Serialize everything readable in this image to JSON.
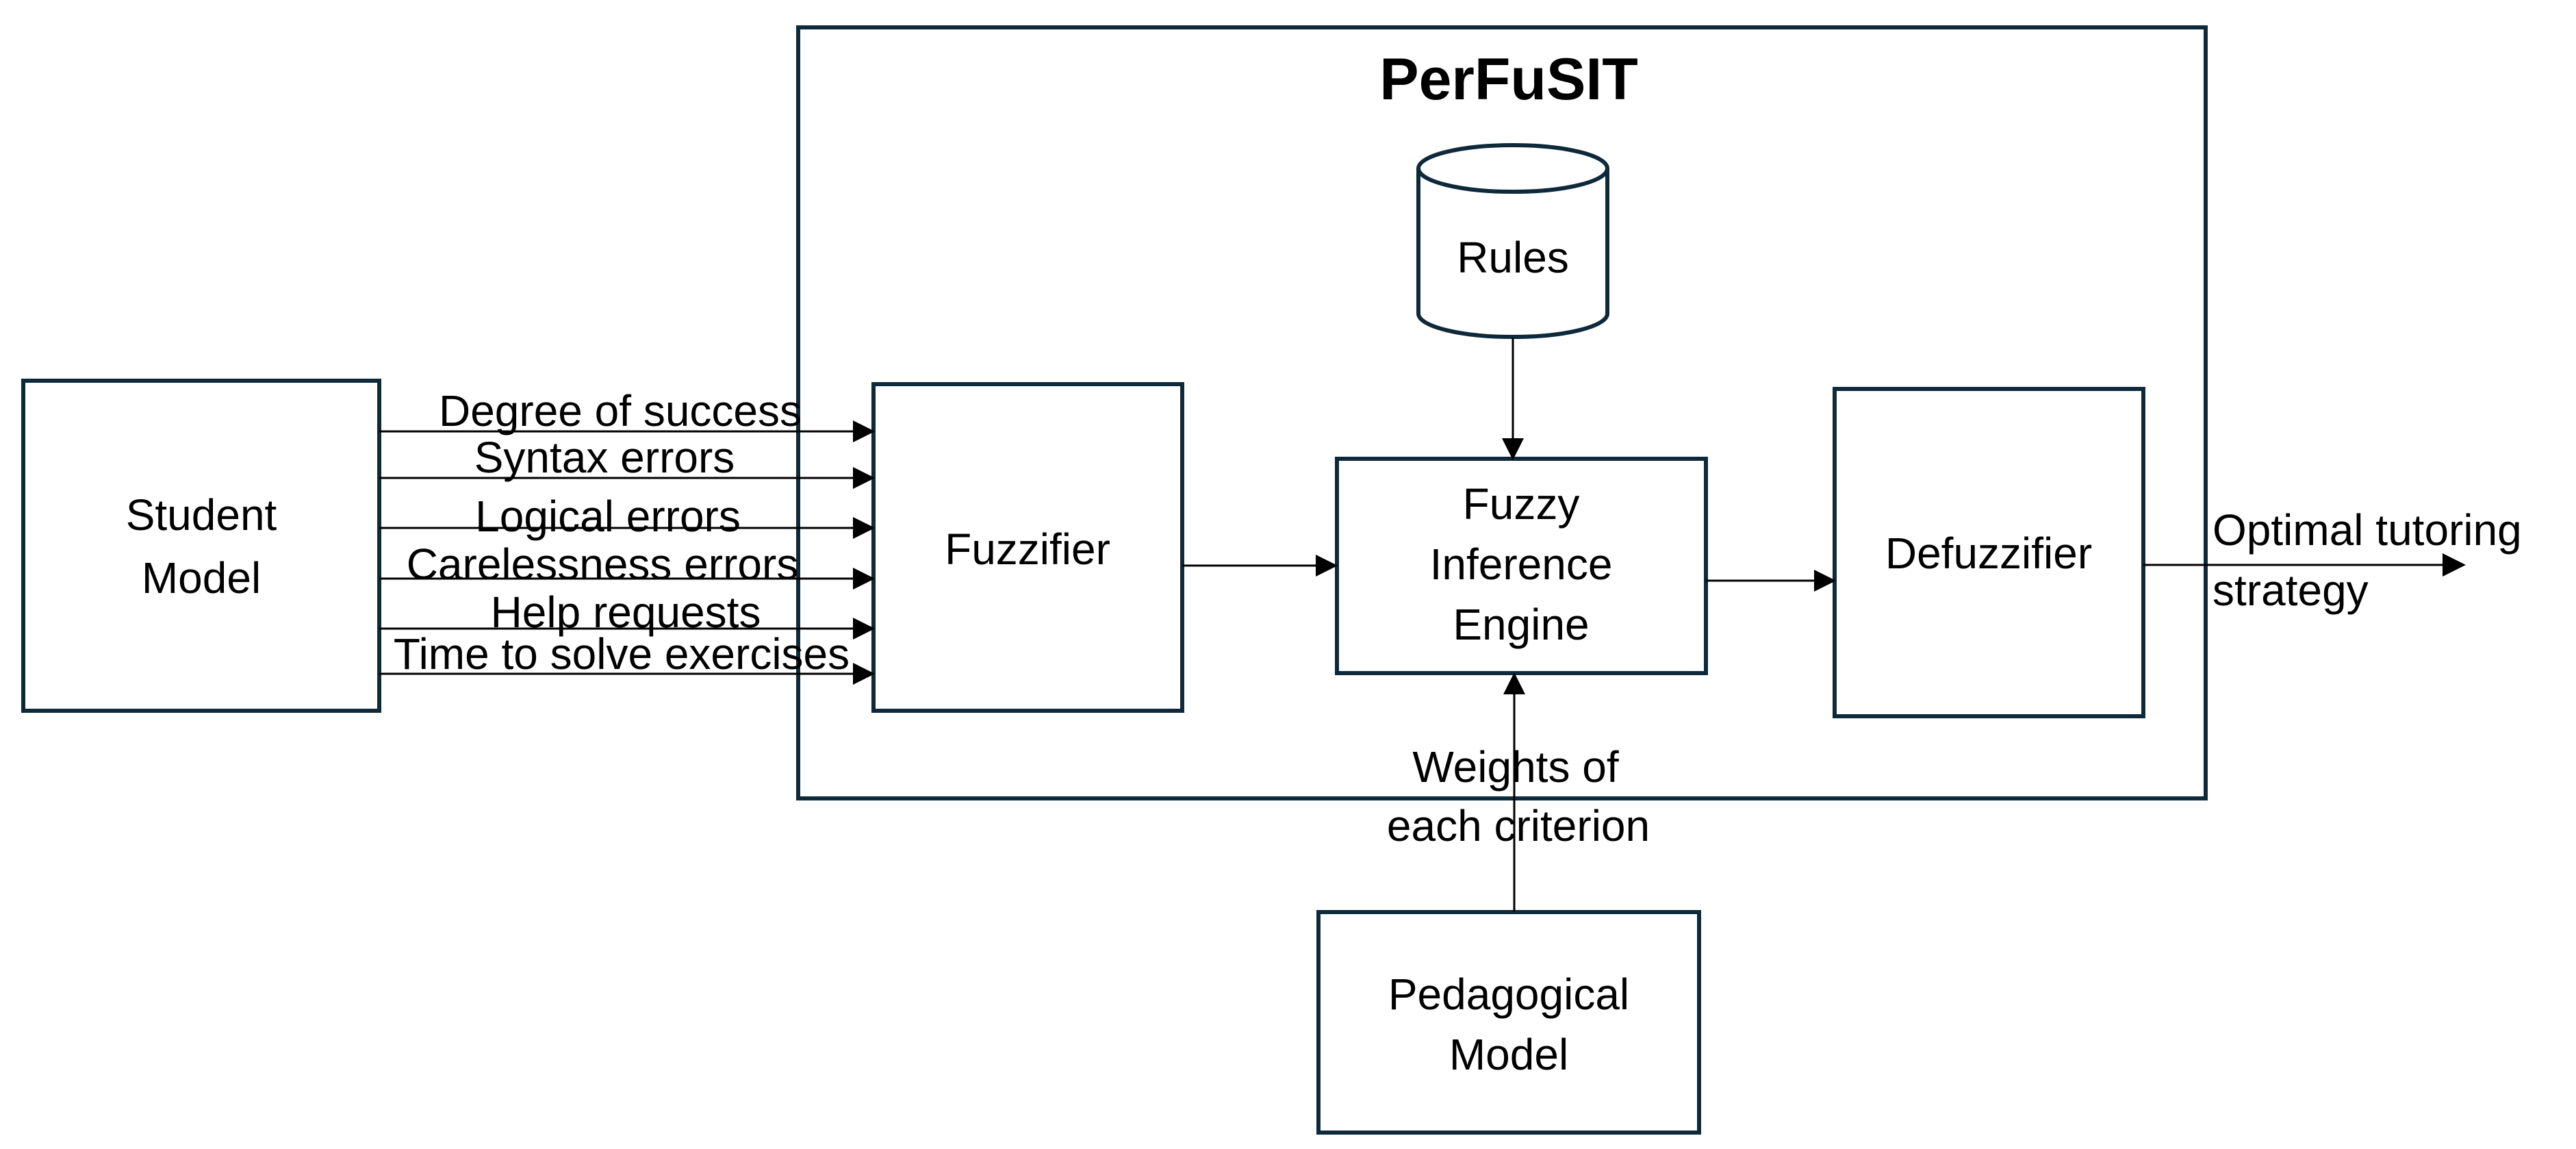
{
  "title": "PerFuSIT",
  "student_model": {
    "line1": "Student",
    "line2": "Model"
  },
  "fuzzifier": "Fuzzifier",
  "rules": "Rules",
  "inference_engine": {
    "line1": "Fuzzy",
    "line2": "Inference",
    "line3": "Engine"
  },
  "defuzzifier": "Defuzzifier",
  "pedagogical_model": {
    "line1": "Pedagogical",
    "line2": "Model"
  },
  "weights_label": {
    "line1": "Weights of",
    "line2": "each criterion"
  },
  "output_label": {
    "line1": "Optimal tutoring",
    "line2": "strategy"
  },
  "inputs": [
    "Degree of success",
    "Syntax errors",
    "Logical errors",
    "Carelessness errors",
    "Help requests",
    "Time to solve exercises"
  ],
  "colors": {
    "box_stroke": "#0e2a3a",
    "arrow": "#000000",
    "background": "#ffffff"
  }
}
